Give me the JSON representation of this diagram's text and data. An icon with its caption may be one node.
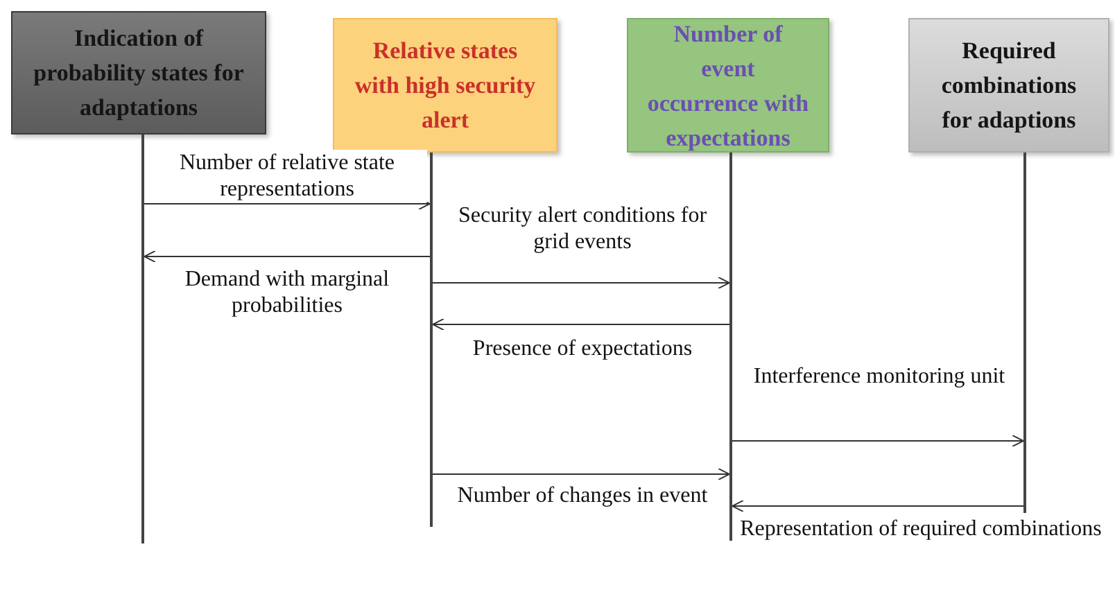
{
  "diagram": {
    "nodes": [
      {
        "text": [
          "Indication of probability states for adaptations"
        ]
      },
      {
        "text": [
          "Relative states with high security alert"
        ]
      },
      {
        "text": [
          "Number of event occurrence with expectations"
        ]
      },
      {
        "text": [
          "Required combinations for adaptions"
        ]
      },
      {
        "text": [],
        "shape": "bar"
      },
      {
        "text": [],
        "shape": "bar"
      },
      {
        "text": [],
        "shape": "bar"
      },
      {
        "text": [],
        "shape": "bar"
      }
    ],
    "edges": [
      {
        "from": 4,
        "to": 5,
        "arrow": "to",
        "label": "Number of relative state representations"
      },
      {
        "from": 5,
        "to": 4,
        "arrow": "to",
        "label": "Demand with marginal probabilities"
      },
      {
        "from": 5,
        "to": 6,
        "arrow": "to",
        "label": "Security alert conditions for grid events"
      },
      {
        "from": 6,
        "to": 5,
        "arrow": "to",
        "label": "Presence of expectations"
      },
      {
        "from": 6,
        "to": 7,
        "arrow": "to",
        "label": "Interference monitoring unit"
      },
      {
        "from": 5,
        "to": 6,
        "arrow": "to",
        "label": "Number of changes in event"
      },
      {
        "from": 7,
        "to": 6,
        "arrow": "to",
        "label": "Representation of required combinations"
      }
    ]
  }
}
